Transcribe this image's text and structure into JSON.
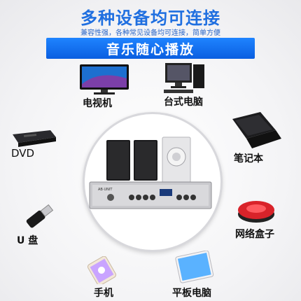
{
  "header": {
    "title": "多种设备均可连接",
    "subtitle": "兼容性强，各种常见设备均可连接，简单方便",
    "banner": "音乐随心播放"
  },
  "hub": {
    "amp_brand": "AB·UNIT"
  },
  "devices": {
    "tv": "电视机",
    "desktop": "台式电脑",
    "dvd": "DVD",
    "laptop": "笔记本",
    "usb": "U 盘",
    "netbox": "网络盒子",
    "phone": "手机",
    "tablet": "平板电脑"
  },
  "colors": {
    "accent": "#1f6fe0",
    "banner": "#0a5ee0",
    "netbox_red": "#d9232a"
  }
}
